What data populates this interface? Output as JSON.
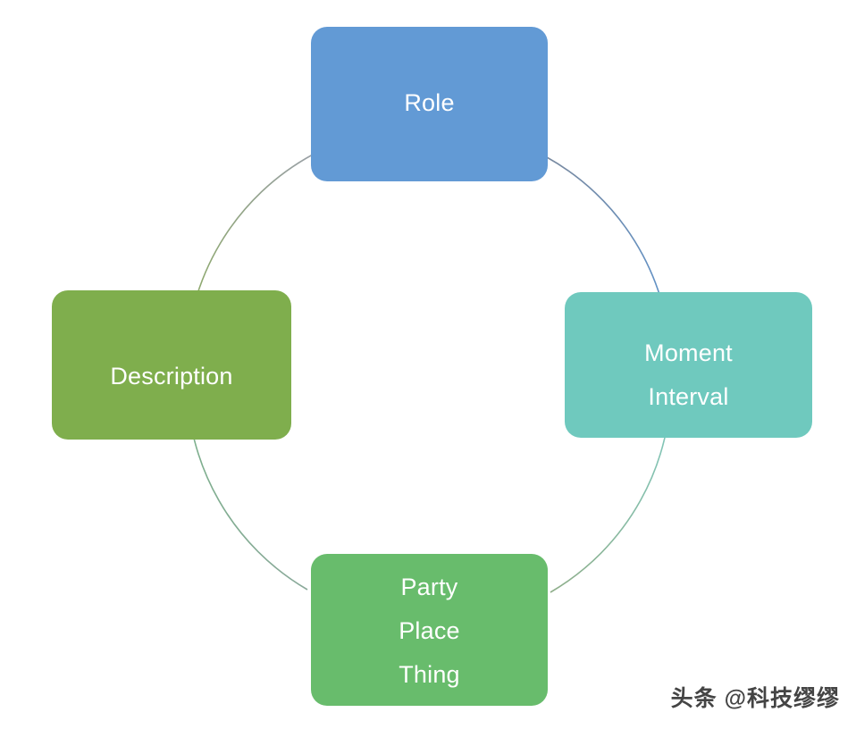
{
  "diagram": {
    "type": "circular-cycle",
    "background_color": "#ffffff",
    "node_count": 4,
    "nodes": [
      {
        "id": "role",
        "position": "top",
        "color": "#629ad5",
        "text_color": "#ffffff",
        "lines": [
          "Role"
        ]
      },
      {
        "id": "moment-interval",
        "position": "right",
        "color": "#6fc9be",
        "text_color": "#ffffff",
        "lines": [
          "Moment",
          "Interval"
        ]
      },
      {
        "id": "party-place-thing",
        "position": "bottom",
        "color": "#68bc6c",
        "text_color": "#ffffff",
        "lines": [
          "Party",
          "Place",
          "Thing"
        ]
      },
      {
        "id": "description",
        "position": "left",
        "color": "#7fae4d",
        "text_color": "#ffffff",
        "lines": [
          "Description"
        ]
      }
    ],
    "connectors": [
      {
        "id": "arc-top-left",
        "from": "description",
        "to": "role",
        "color_from": "#8aab5e",
        "color_to": "#9aa0a6"
      },
      {
        "id": "arc-top-right",
        "from": "role",
        "to": "moment-interval",
        "color_from": "#7a8aa0",
        "color_to": "#5b93cf"
      },
      {
        "id": "arc-bottom-right",
        "from": "moment-interval",
        "to": "party-place-thing",
        "color_from": "#7fc9bf",
        "color_to": "#8fae8a"
      },
      {
        "id": "arc-bottom-left",
        "from": "party-place-thing",
        "to": "description",
        "color_from": "#7ab08a",
        "color_to": "#8aa99a"
      }
    ]
  },
  "watermark": {
    "text": "头条 @科技缪缪"
  }
}
